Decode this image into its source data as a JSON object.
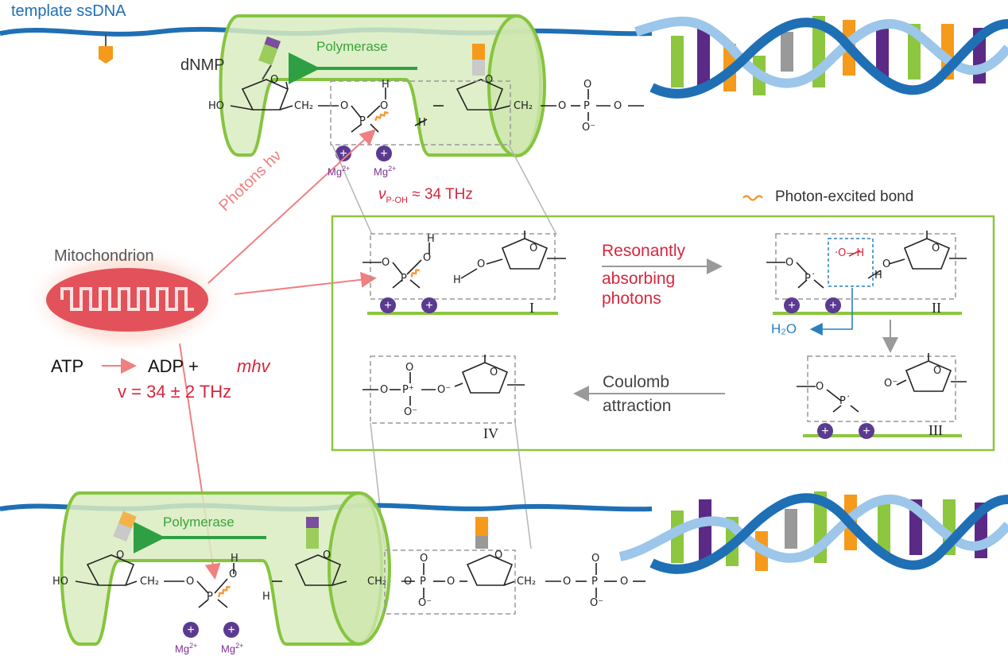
{
  "labels": {
    "template_ssdna": "template ssDNA",
    "dnmp": "dNMP",
    "polymerase_top": "Polymerase",
    "polymerase_bottom": "Polymerase",
    "mg_top_1": "Mg",
    "mg_top_2": "Mg",
    "mg_bottom_1": "Mg",
    "mg_bottom_2": "Mg",
    "mg_charge": "2+",
    "photons": "Photons hν",
    "nu_p_oh_symbol": "ν",
    "nu_p_oh_sub": "P-OH",
    "nu_p_oh_value": "≈ 34 THz",
    "legend_photon_bond": "Photon-excited bond",
    "mitochondrion": "Mitochondrion",
    "atp": "ATP",
    "adp": "ADP +",
    "mhv": "mhv",
    "nu_eq": "v = 34 ± 2 THz",
    "resonantly_1": "Resonantly",
    "resonantly_2": "absorbing",
    "resonantly_3": "photons",
    "coulomb_1": "Coulomb",
    "coulomb_2": "attraction",
    "h2o": "H₂O",
    "step_1": "I",
    "step_2": "II",
    "step_3": "III",
    "step_4": "IV"
  },
  "chem": {
    "ho": "HO",
    "ch2": "CH₂",
    "o": "O",
    "p": "P",
    "h": "H",
    "o_minus": "O⁻",
    "p_plus": "P⁺",
    "p_dot": "P˙",
    "oh_radical": "·O—H"
  },
  "colors": {
    "dna_dark": "#1f6fb5",
    "dna_light": "#9cc6ea",
    "polymerase_fill": "#d9ecc0",
    "polymerase_stroke": "#86c440",
    "box_green": "#8dc63f",
    "arrow_red": "#f08080",
    "text_red": "#d7263d",
    "mg_purple": "#5b3a91",
    "bond_orange": "#f59a3a",
    "h2o_blue": "#2a7fc1",
    "gray": "#999999"
  }
}
